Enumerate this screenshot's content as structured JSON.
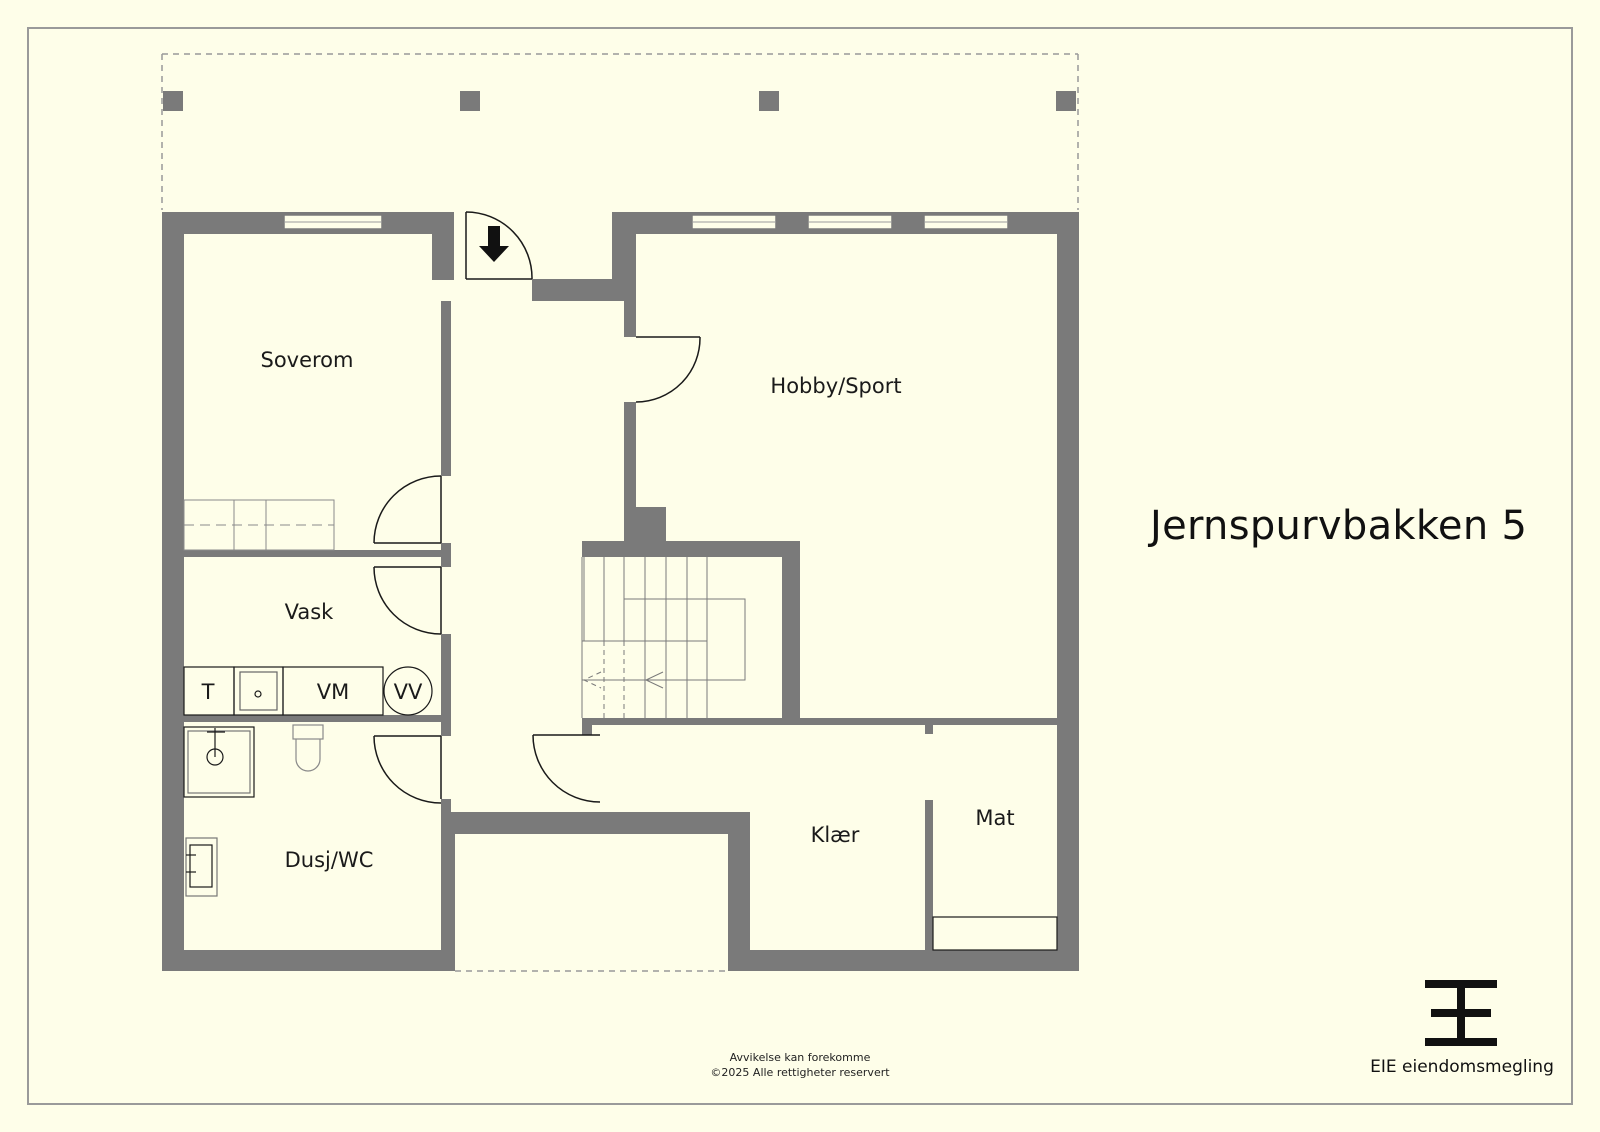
{
  "title": "Jernspurvbakken 5",
  "rooms": {
    "soverom": "Soverom",
    "hobby": "Hobby/Sport",
    "vask": "Vask",
    "dusj": "Dusj/WC",
    "klaer": "Klær",
    "mat": "Mat"
  },
  "fixtures": {
    "t": "T",
    "vm": "VM",
    "vv": "VV"
  },
  "notice": {
    "line1": "Avvikelse kan forekomme",
    "line2": "©2025 Alle rettigheter reservert"
  },
  "brand": {
    "name": "EIE eiendomsmegling"
  },
  "icons": [
    "entrance-arrow-icon",
    "eie-logo-icon"
  ],
  "colors": {
    "background": "#fefee9",
    "wall": "#7a7a7a",
    "line": "#1a1a1a"
  }
}
